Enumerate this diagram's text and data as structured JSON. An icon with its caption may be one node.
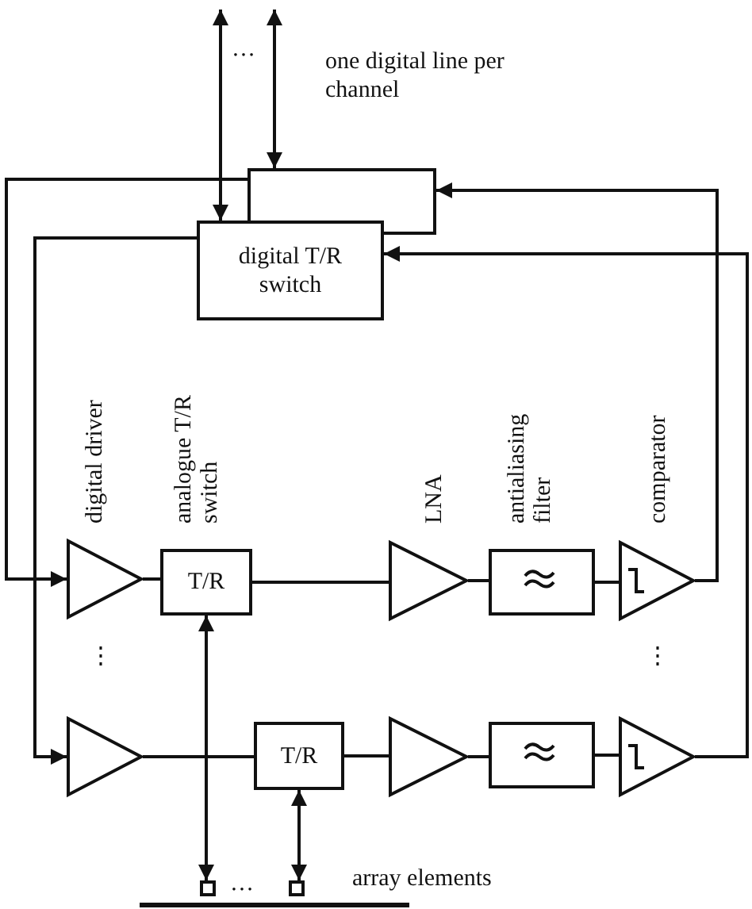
{
  "diagram": {
    "nodes": [
      {
        "text": [
          "digital T/R switch"
        ]
      },
      {
        "text": [],
        "shape": "box"
      },
      {
        "text": [],
        "shape": "triangle",
        "beside": [
          "digital driver"
        ]
      },
      {
        "text": [
          "T/R"
        ],
        "beside": [
          "analogue T/R switch"
        ]
      },
      {
        "text": [],
        "shape": "triangle",
        "beside": [
          "LNA"
        ]
      },
      {
        "text": [],
        "shape": "box",
        "beside": [
          "antialiasing filter"
        ]
      },
      {
        "text": [],
        "shape": "triangle",
        "beside": [
          "comparator"
        ]
      },
      {
        "text": [],
        "shape": "triangle"
      },
      {
        "text": [
          "T/R"
        ]
      },
      {
        "text": [],
        "shape": "triangle"
      },
      {
        "text": [],
        "shape": "box"
      },
      {
        "text": [],
        "shape": "triangle"
      },
      {
        "text": [],
        "shape": "box"
      },
      {
        "text": [],
        "shape": "box"
      }
    ],
    "edges": [
      {
        "from": null,
        "to": 0,
        "arrow": "both"
      },
      {
        "from": null,
        "to": 1,
        "arrow": "both"
      },
      {
        "from": 1,
        "to": 2,
        "arrow": "to"
      },
      {
        "from": 0,
        "to": 7,
        "arrow": "to"
      },
      {
        "from": 6,
        "to": 1,
        "arrow": "to"
      },
      {
        "from": 11,
        "to": 0,
        "arrow": "to"
      },
      {
        "from": 2,
        "to": 3,
        "arrow": "none"
      },
      {
        "from": 3,
        "to": 4,
        "arrow": "none"
      },
      {
        "from": 4,
        "to": 5,
        "arrow": "none"
      },
      {
        "from": 5,
        "to": 6,
        "arrow": "none"
      },
      {
        "from": 7,
        "to": 8,
        "arrow": "none"
      },
      {
        "from": 8,
        "to": 9,
        "arrow": "none"
      },
      {
        "from": 9,
        "to": 10,
        "arrow": "none"
      },
      {
        "from": 10,
        "to": 11,
        "arrow": "none"
      },
      {
        "from": 3,
        "to": 12,
        "arrow": "both"
      },
      {
        "from": 8,
        "to": 13,
        "arrow": "both"
      }
    ],
    "labels": [
      "…",
      "one digital line per channel",
      "⋮",
      "⋮",
      "…",
      "array elements"
    ]
  }
}
